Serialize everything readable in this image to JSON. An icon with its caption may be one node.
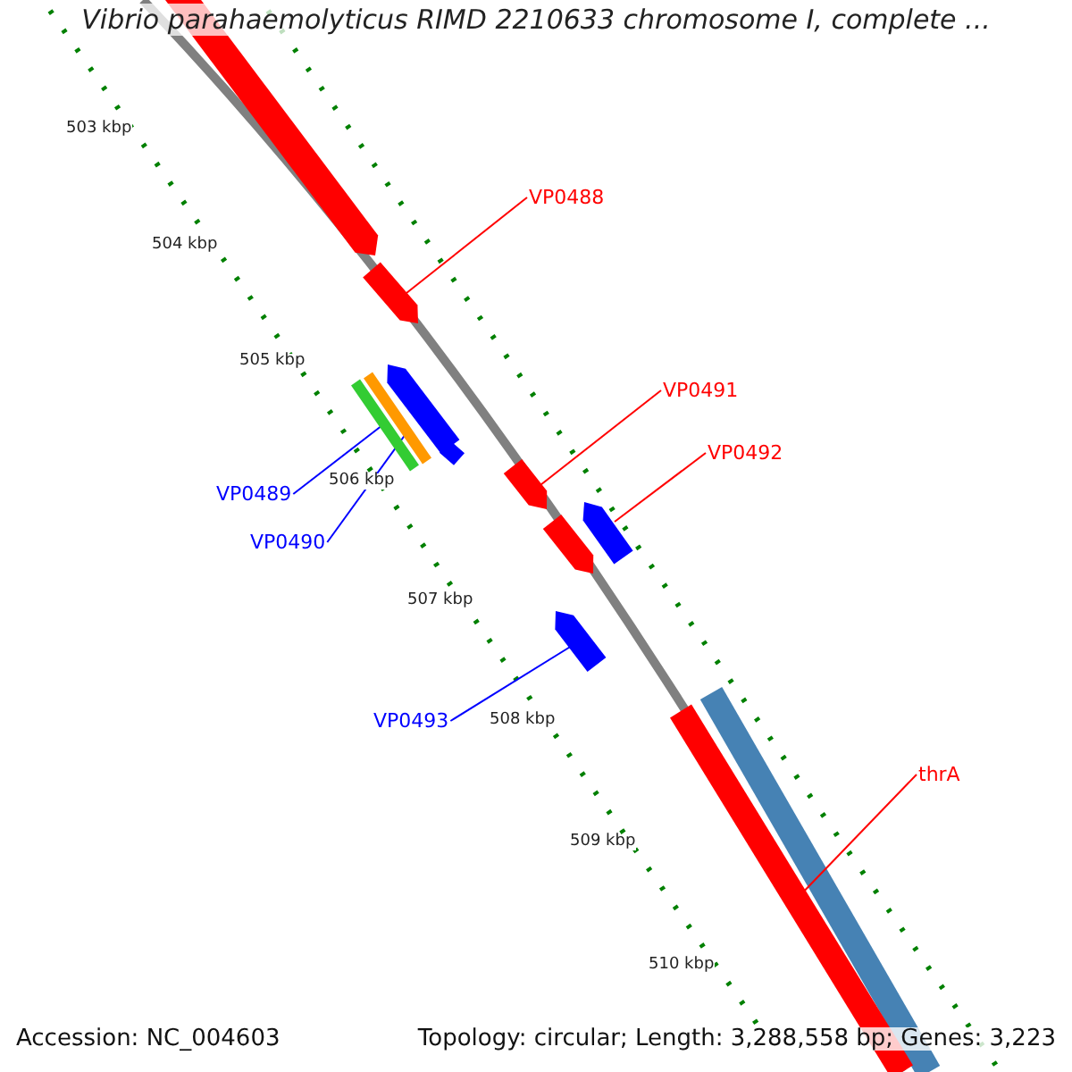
{
  "diagram": {
    "title": "Vibrio parahaemolyticus RIMD 2210633 chromosome I, complete ...",
    "nodes": [
      {
        "text": [
          "VP0488"
        ]
      },
      {
        "text": [],
        "shape": "bar"
      },
      {
        "text": [
          "VP0491"
        ]
      },
      {
        "text": [],
        "shape": "bar"
      },
      {
        "text": [
          "VP0492"
        ]
      },
      {
        "text": [],
        "shape": "bar"
      },
      {
        "text": [
          "VP0489"
        ]
      },
      {
        "text": [],
        "shape": "bar"
      },
      {
        "text": [
          "VP0490"
        ]
      },
      {
        "text": [],
        "shape": "bar"
      },
      {
        "text": [
          "VP0493"
        ]
      },
      {
        "text": [],
        "shape": "bar"
      },
      {
        "text": [
          "thrA"
        ]
      },
      {
        "text": [],
        "shape": "bar"
      },
      {
        "text": [],
        "shape": "bar"
      }
    ],
    "edges": [
      {
        "from": 0,
        "to": 1,
        "arrow": "none",
        "color": "#ff0000"
      },
      {
        "from": 2,
        "to": 3,
        "arrow": "none",
        "color": "#ff0000"
      },
      {
        "from": 4,
        "to": 14,
        "arrow": "none",
        "color": "#ff0000"
      },
      {
        "from": 6,
        "to": 7,
        "arrow": "none",
        "color": "#0000ff"
      },
      {
        "from": 8,
        "to": 9,
        "arrow": "none",
        "color": "#0000ff"
      },
      {
        "from": 10,
        "to": 11,
        "arrow": "none",
        "color": "#0000ff"
      },
      {
        "from": 12,
        "to": 13,
        "arrow": "none",
        "color": "#ff0000"
      }
    ],
    "labels": [
      "503 kbp",
      "504 kbp",
      "505 kbp",
      "506 kbp",
      "507 kbp",
      "508 kbp",
      "509 kbp",
      "510 kbp",
      "Accession: NC_004603",
      "Topology: circular; Length: 3,288,558 bp; Genes: 3,223"
    ]
  }
}
